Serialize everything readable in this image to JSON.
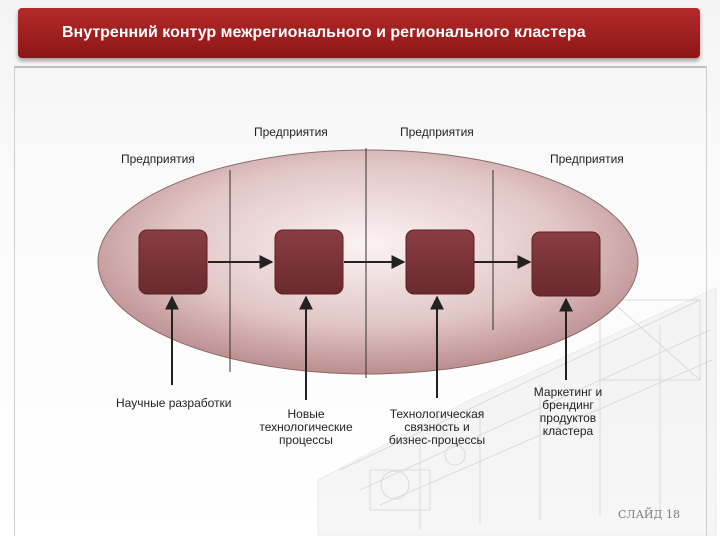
{
  "slide": {
    "title": "Внутренний контур межрегионального и регионального кластера",
    "slide_number": "СЛАЙД 18"
  },
  "colors": {
    "title_bar": "#a11f1f",
    "box_fill": "#7a3438",
    "ellipse_fill": "#c8a0a0"
  },
  "labels": {
    "top_enterprise_1": "Предприятия",
    "top_enterprise_2": "Предприятия",
    "left_enterprise": "Предприятия",
    "right_enterprise": "Предприятия",
    "bottom_1": "Научные разработки",
    "bottom_2": [
      "Новые",
      "технологические",
      "процессы"
    ],
    "bottom_3": [
      "Технологическая",
      "связность и",
      "бизнес-процессы"
    ],
    "bottom_4": [
      "Маркетинг и",
      "брендинг",
      "продуктов",
      "кластера"
    ]
  },
  "decor": {
    "background_image": "industrial-machine-illustration"
  }
}
